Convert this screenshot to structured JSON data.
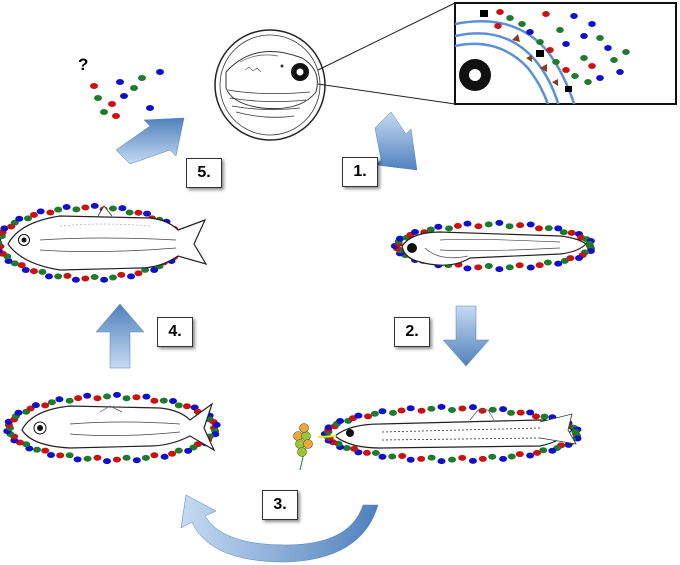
{
  "colors": {
    "arrow_light": "#c6daf2",
    "arrow_dark": "#4f81bd",
    "dot_red": "#cc1111",
    "dot_green": "#1e7a2e",
    "dot_blue": "#1010c8",
    "dot_yellow": "#e8e828",
    "membrane_blue": "#5b8fd6",
    "marker_brown": "#8b3a1a",
    "marker_black": "#000000"
  },
  "steps": [
    {
      "label": "1."
    },
    {
      "label": "2."
    },
    {
      "label": "3."
    },
    {
      "label": "4."
    },
    {
      "label": "5."
    }
  ],
  "question_mark": "?",
  "icons": {
    "egg": "fish-egg-icon",
    "zoom": "egg-membrane-zoom-icon",
    "larva": "yolk-sac-larva-icon",
    "juvenile": "feeding-larva-icon",
    "subadult": "juvenile-fish-icon",
    "adult": "adult-herring-icon",
    "food": "plankton-food-icon"
  }
}
